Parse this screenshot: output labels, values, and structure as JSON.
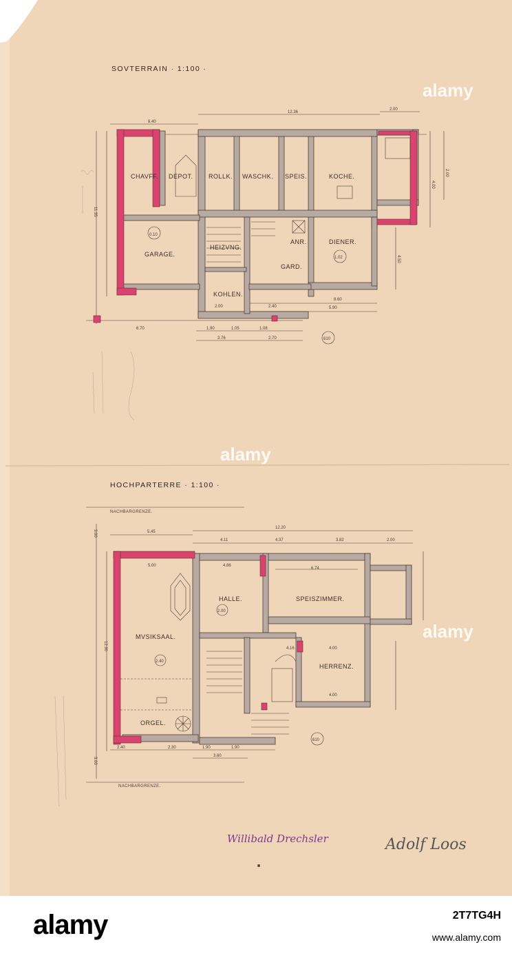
{
  "plans": {
    "sovterrain": {
      "title": "SOVTERRAIN · 1:100 ·",
      "rooms": [
        "CHAVFF.",
        "DEPOT.",
        "ROLLK.",
        "WASCHK.",
        "SPEIS.",
        "KOCHE.",
        "GARAGE.",
        "HEIZVNG.",
        "ANR.",
        "GARD.",
        "DIENER.",
        "KOHLEN."
      ],
      "room_numbers": [
        "0.10",
        "1.02"
      ],
      "dims_top": [
        "6.40",
        "12.36",
        "2.00"
      ],
      "dims_bottom": [
        "6.70",
        "1.90",
        "1.05",
        "1.08",
        "3.76",
        "2.70"
      ],
      "dims_right": [
        "4.00",
        "2.00",
        "4.50"
      ],
      "dims_left": [
        "11.35"
      ],
      "dims_misc": [
        "8.60",
        "5.90",
        "2.40",
        "2.00"
      ],
      "sheet_mark": "610"
    },
    "hochparterre": {
      "title": "HOCHPARTERRE · 1:100 ·",
      "neighbour_top": "NACHBARGRENZE.",
      "neighbour_bottom": "NACHBARGRENZE.",
      "rooms": [
        "HALLE.",
        "SPEISZIMMER.",
        "MVSIKSAAL.",
        "HERRENZ.",
        "ORGEL."
      ],
      "room_numbers": [
        "2.00",
        "2.40"
      ],
      "dims_top": [
        "5.45",
        "12.20",
        "4.11",
        "4.37",
        "3.82",
        "2.00"
      ],
      "dims_inner": [
        "5.00",
        "4.86",
        "6.74",
        "4.16",
        "4.00",
        "4.00"
      ],
      "dims_bottom": [
        "2.40",
        "2.30",
        "1.90",
        "1.90",
        "3.60"
      ],
      "dims_left": [
        "3.00",
        "12.90",
        "3.00"
      ],
      "sheet_mark": "610"
    }
  },
  "signatures": {
    "left": "Willibald Drechsler",
    "right": "Adolf Loos"
  },
  "watermark": {
    "text": "alamy"
  },
  "footer": {
    "brand": "alamy",
    "image_id": "2T7TG4H",
    "url": "www.alamy.com"
  },
  "colors": {
    "paper": "#efd6b8",
    "wall_fill": "#b7aaa2",
    "new_wall": "#d8446e",
    "ink": "#3a2e2a"
  }
}
